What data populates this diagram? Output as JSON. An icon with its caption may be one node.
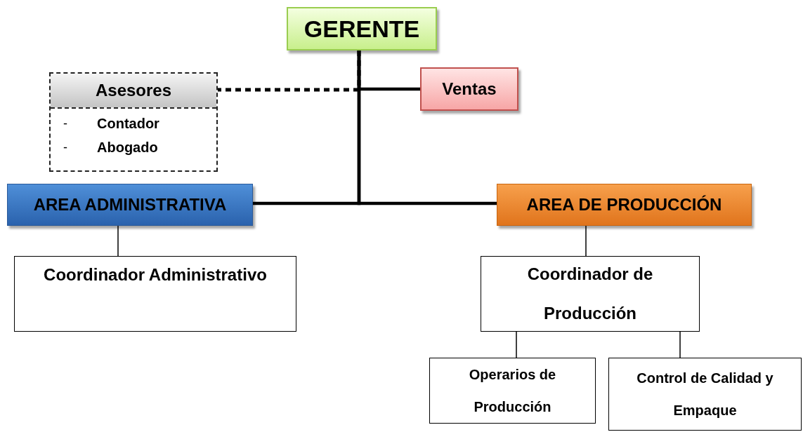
{
  "diagram": {
    "nodes": [
      {
        "text": [
          "GERENTE"
        ]
      },
      {
        "text": [
          "Asesores",
          "Contador",
          "Abogado"
        ]
      },
      {
        "text": [
          "Ventas"
        ]
      },
      {
        "text": [
          "AREA ADMINISTRATIVA"
        ]
      },
      {
        "text": [
          "AREA DE PRODUCCIÓN"
        ]
      },
      {
        "text": [
          "Coordinador Administrativo"
        ]
      },
      {
        "text": [
          "Coordinador de Producción"
        ]
      },
      {
        "text": [
          "Operarios de Producción"
        ]
      },
      {
        "text": [
          "Control de Calidad y Empaque"
        ]
      }
    ],
    "edges": [
      {
        "from": 0,
        "to": 1,
        "arrow": "none",
        "style": "dashed"
      },
      {
        "from": 0,
        "to": 2,
        "arrow": "none",
        "style": "thick"
      },
      {
        "from": 0,
        "to": 3,
        "arrow": "none",
        "style": "thick"
      },
      {
        "from": 0,
        "to": 4,
        "arrow": "none",
        "style": "thick"
      },
      {
        "from": 3,
        "to": 5,
        "arrow": "none"
      },
      {
        "from": 4,
        "to": 6,
        "arrow": "none"
      },
      {
        "from": 6,
        "to": 7,
        "arrow": "none"
      },
      {
        "from": 6,
        "to": 8,
        "arrow": "none"
      }
    ],
    "labels": [
      "-",
      "-"
    ]
  }
}
